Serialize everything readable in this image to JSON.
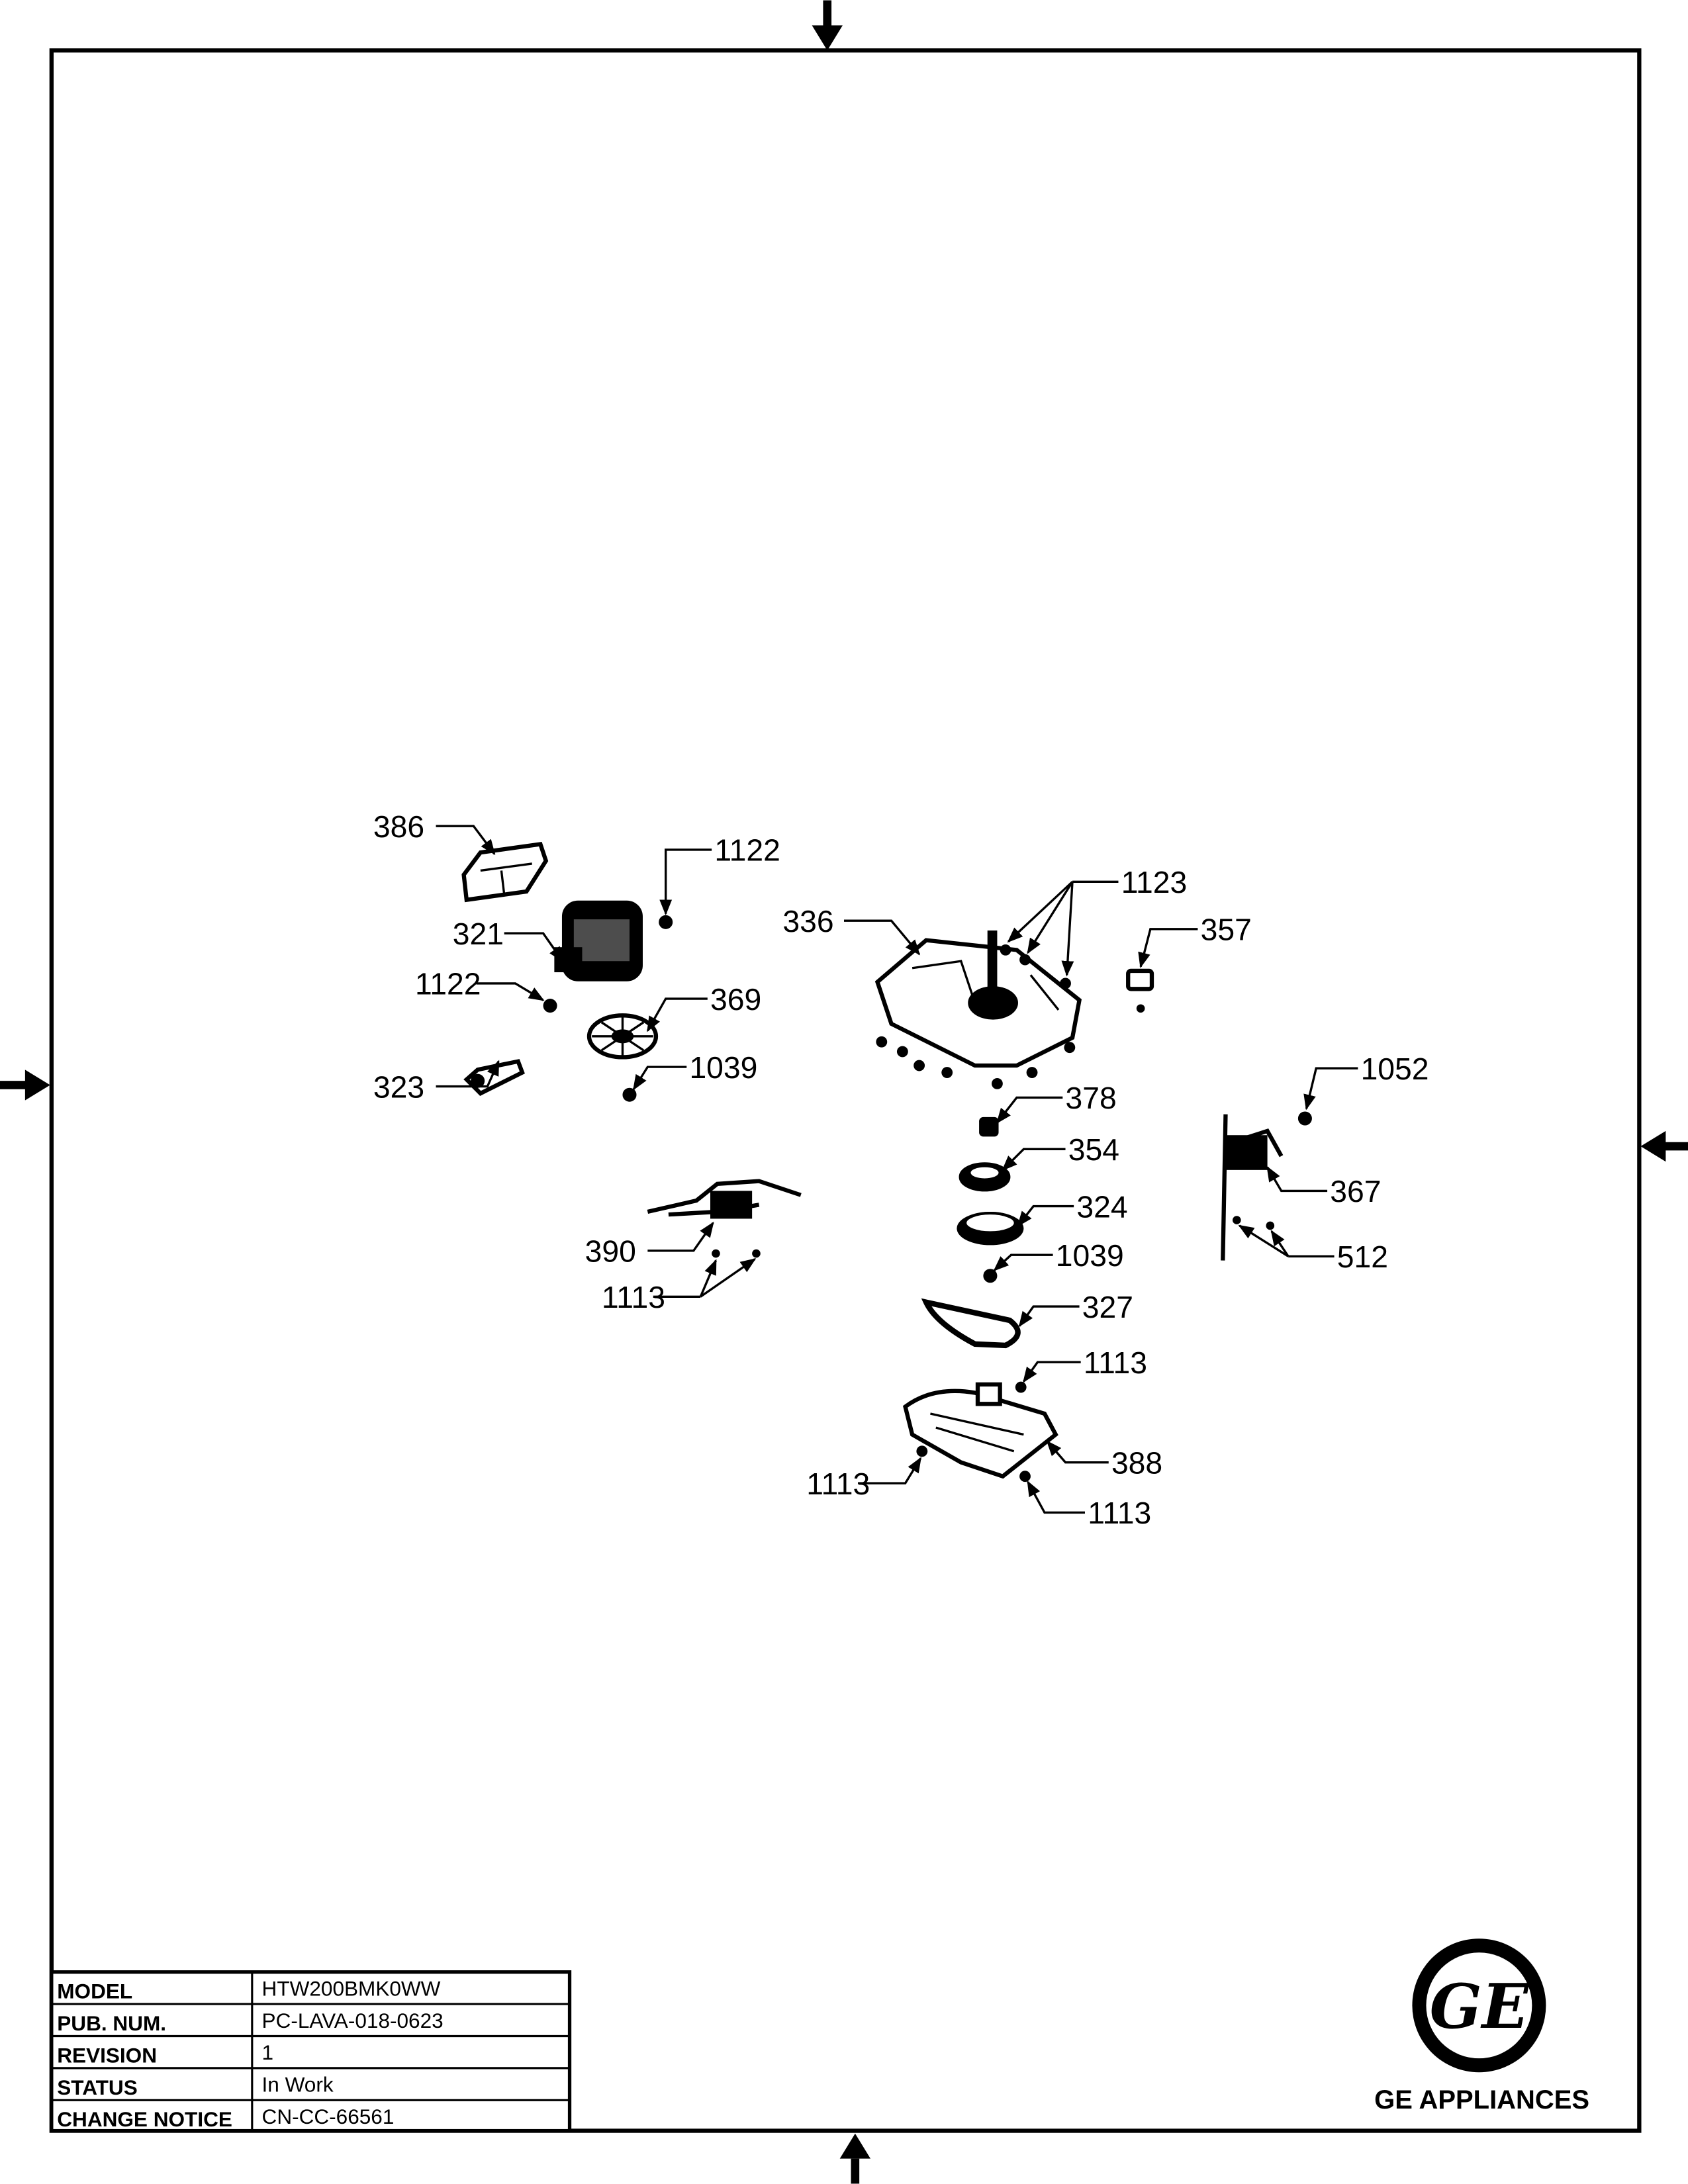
{
  "title_block": {
    "rows": [
      {
        "label": "MODEL",
        "value": "HTW200BMK0WW"
      },
      {
        "label": "PUB. NUM.",
        "value": "PC-LAVA-018-0623"
      },
      {
        "label": "REVISION",
        "value": "1"
      },
      {
        "label": "STATUS",
        "value": "In Work"
      },
      {
        "label": "CHANGE NOTICE",
        "value": "CN-CC-66561"
      }
    ]
  },
  "brand": {
    "logo_text": "GE",
    "name": "GE APPLIANCES"
  },
  "callouts": {
    "c386": "386",
    "c1122a": "1122",
    "c321": "321",
    "c336": "336",
    "c1123": "1123",
    "c357": "357",
    "c1122b": "1122",
    "c369": "369",
    "c323": "323",
    "c1039a": "1039",
    "c1052": "1052",
    "c378": "378",
    "c354": "354",
    "c367": "367",
    "c324": "324",
    "c390": "390",
    "c1039b": "1039",
    "c512": "512",
    "c1113a": "1113",
    "c327": "327",
    "c1113b": "1113",
    "c388": "388",
    "c1113c": "1113",
    "c1113d": "1113"
  }
}
